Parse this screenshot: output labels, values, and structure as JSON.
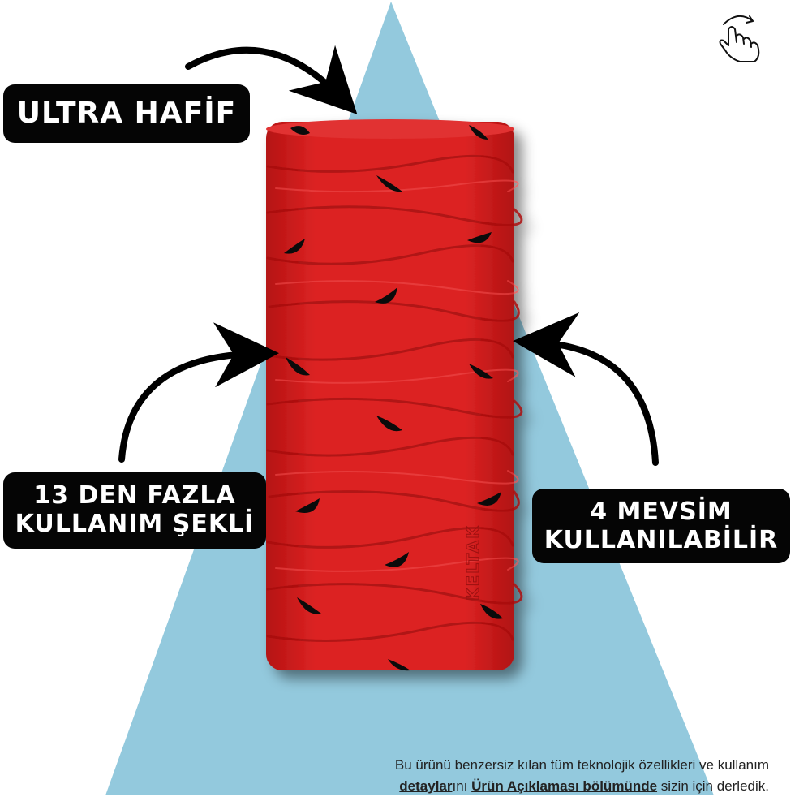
{
  "colors": {
    "triangle": "#93c9dd",
    "buff": "#d81f1f",
    "buff_shade": "#b81414",
    "label_bg": "#050505",
    "label_text": "#ffffff"
  },
  "labels": {
    "ultra": "ULTRA HAFİF",
    "usage_line1": "13 DEN FAZLA",
    "usage_line2": "KULLANIM ŞEKLİ",
    "seasons_line1": "4 MEVSİM",
    "seasons_line2": "KULLANILABİLİR"
  },
  "product": {
    "brand_mark": "KELTAK"
  },
  "icons": {
    "corner": "swipe-hand-icon"
  },
  "footnote": {
    "line1": "Bu ürünü benzersiz kılan tüm teknolojik özellikleri ve kullanım",
    "bold1": "detaylar",
    "mid1": "ını ",
    "bold2": "Ürün Açıklaması bölümünde",
    "end": " sizin için derledik."
  }
}
